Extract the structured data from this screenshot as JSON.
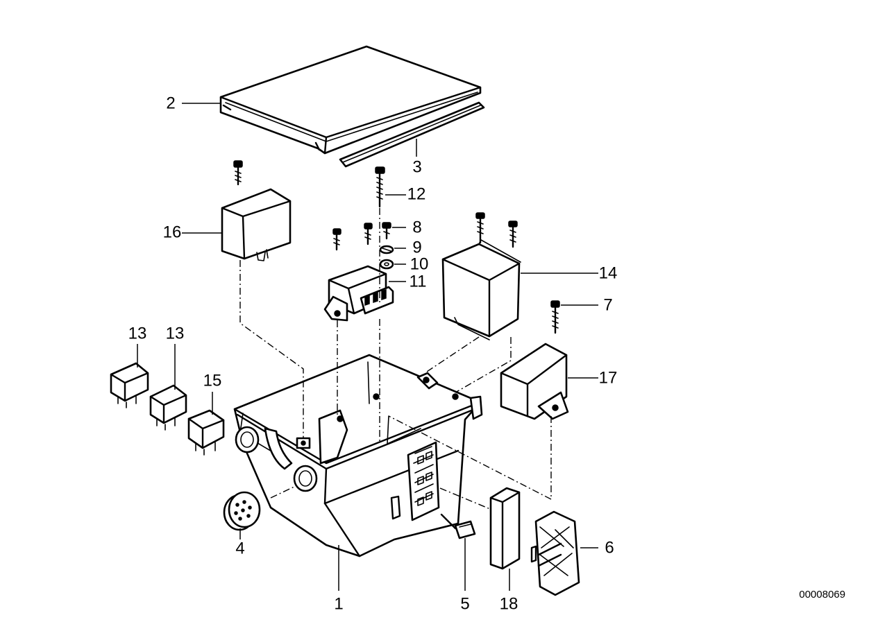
{
  "diagram": {
    "reference_number": "00008069",
    "part_labels": [
      "1",
      "2",
      "3",
      "4",
      "5",
      "6",
      "7",
      "8",
      "9",
      "10",
      "11",
      "12",
      "13",
      "13",
      "14",
      "15",
      "16",
      "17",
      "18"
    ]
  }
}
